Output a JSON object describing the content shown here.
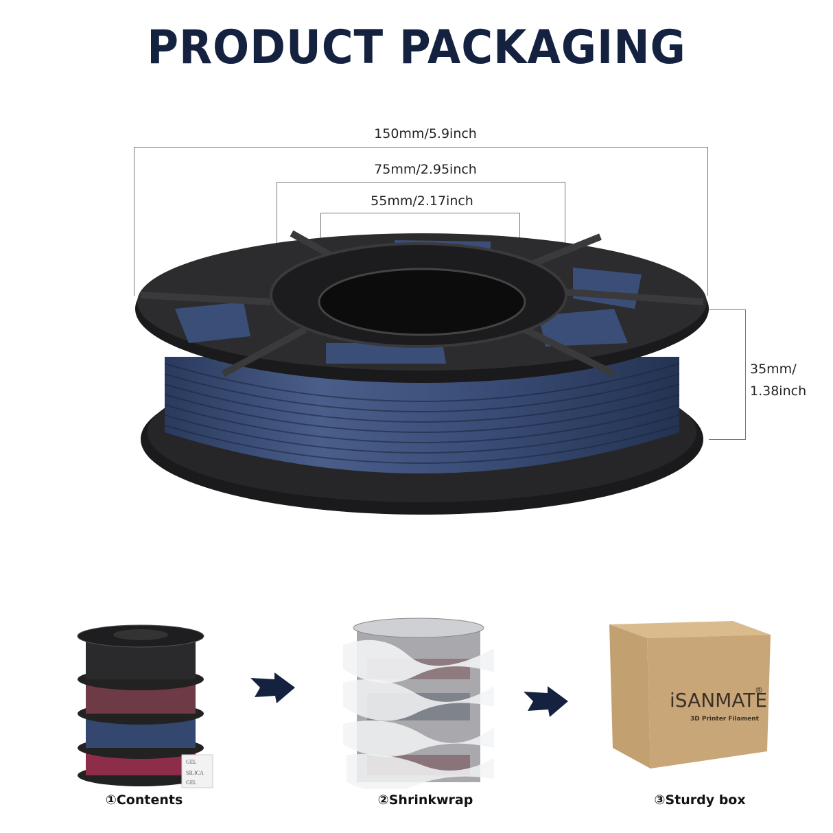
{
  "header": {
    "title": "PRODUCT PACKAGING"
  },
  "colors": {
    "title": "#14223f",
    "arrow": "#14223f",
    "filament_blue": "#3b4e78",
    "spool_black": "#1c1c1e",
    "box_kraft": "#c9a677"
  },
  "dimensions": {
    "outer_diameter": "150mm/5.9inch",
    "hub_diameter": "75mm/2.95inch",
    "inner_hole": "55mm/2.17inch",
    "width_line1": "35mm/",
    "width_line2": "1.38inch"
  },
  "steps": [
    {
      "label": "①Contents"
    },
    {
      "label": "②Shrinkwrap"
    },
    {
      "label": "③Sturdy box"
    }
  ],
  "box": {
    "brand": "iSANMATE",
    "reg": "®",
    "subtitle": "3D Printer Filament"
  },
  "desiccant": {
    "line1": "GEL",
    "line2": "SILICA",
    "line3": "GEL"
  }
}
